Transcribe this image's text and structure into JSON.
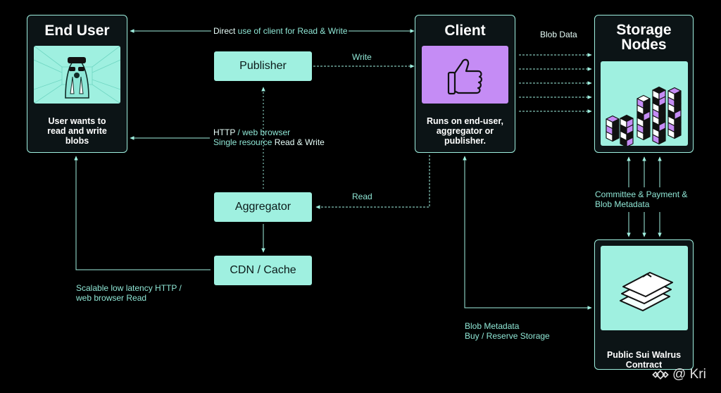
{
  "end_user": {
    "title": "End User",
    "caption": "User wants to read and write blobs"
  },
  "client": {
    "title": "Client",
    "caption": "Runs on end-user, aggregator or publisher."
  },
  "storage": {
    "title_line1": "Storage",
    "title_line2": "Nodes"
  },
  "contract": {
    "caption_line1": "Public Sui Walrus",
    "caption_line2": "Contract"
  },
  "boxes": {
    "publisher": "Publisher",
    "aggregator": "Aggregator",
    "cdn": "CDN / Cache"
  },
  "labels": {
    "direct_a": "Direct",
    "direct_b": " use of client for Read & Write",
    "write": "Write",
    "blob_data": "Blob Data",
    "http_a": "HTTP",
    "http_b": " / web browser",
    "single_a": "Single resource ",
    "single_b": "Read & Write",
    "read": "Read",
    "committee_line1": "Committee & Payment &",
    "committee_line2": "Blob Metadata",
    "scalable_line1": "Scalable low latency HTTP /",
    "scalable_line2": "web browser Read",
    "blob_meta_line1": "Blob Metadata",
    "blob_meta_line2": "Buy / Reserve Storage"
  },
  "watermark": "@ Kri",
  "colors": {
    "accent": "#9ff0e0",
    "purple": "#c58cf5",
    "background": "#000000"
  },
  "icons": [
    "walrus-icon",
    "thumbs-up-icon",
    "cube-stack-icon",
    "sheets-icon",
    "binance-logo-icon"
  ]
}
